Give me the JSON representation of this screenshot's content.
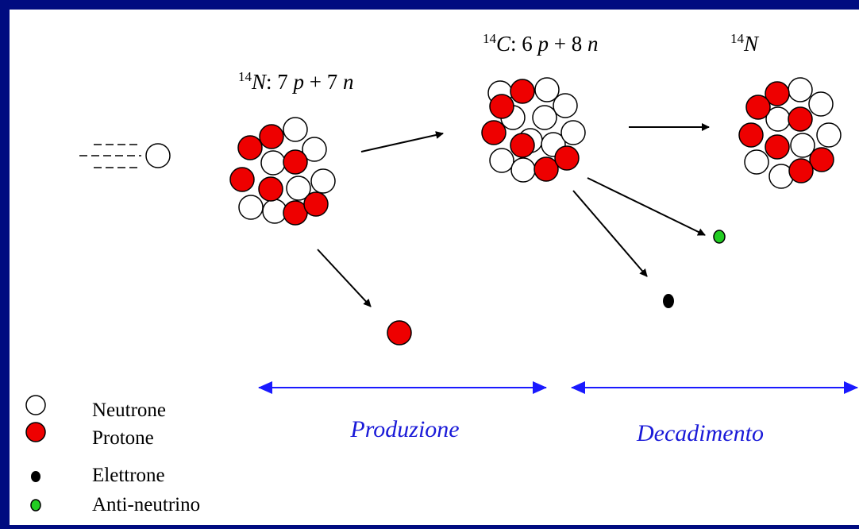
{
  "labels": {
    "n14_before": {
      "mass": "14",
      "symbol": "N",
      "composition_prefix": ": 7 ",
      "p": "p",
      "plus": " + 7 ",
      "n": "n"
    },
    "c14": {
      "mass": "14",
      "symbol": "C",
      "composition_prefix": ": 6 ",
      "p": "p",
      "plus": " + 8 ",
      "n": "n"
    },
    "n14_after": {
      "mass": "14",
      "symbol": "N"
    }
  },
  "phases": {
    "production": "Produzione",
    "decay": "Decadimento"
  },
  "legend": [
    {
      "key": "neutron",
      "label": "Neutrone"
    },
    {
      "key": "proton",
      "label": "Protone"
    },
    {
      "key": "electron",
      "label": "Elettrone"
    },
    {
      "key": "antineutrino",
      "label": "Anti-neutrino"
    }
  ],
  "colors": {
    "background": "#000c80",
    "panel": "#ffffff",
    "proton": "#ee0000",
    "neutron": "#ffffff",
    "electron": "#000000",
    "antineutrino": "#22cc22",
    "phase_arrow": "#1a1aff",
    "phase_text": "#1a1ad8"
  }
}
